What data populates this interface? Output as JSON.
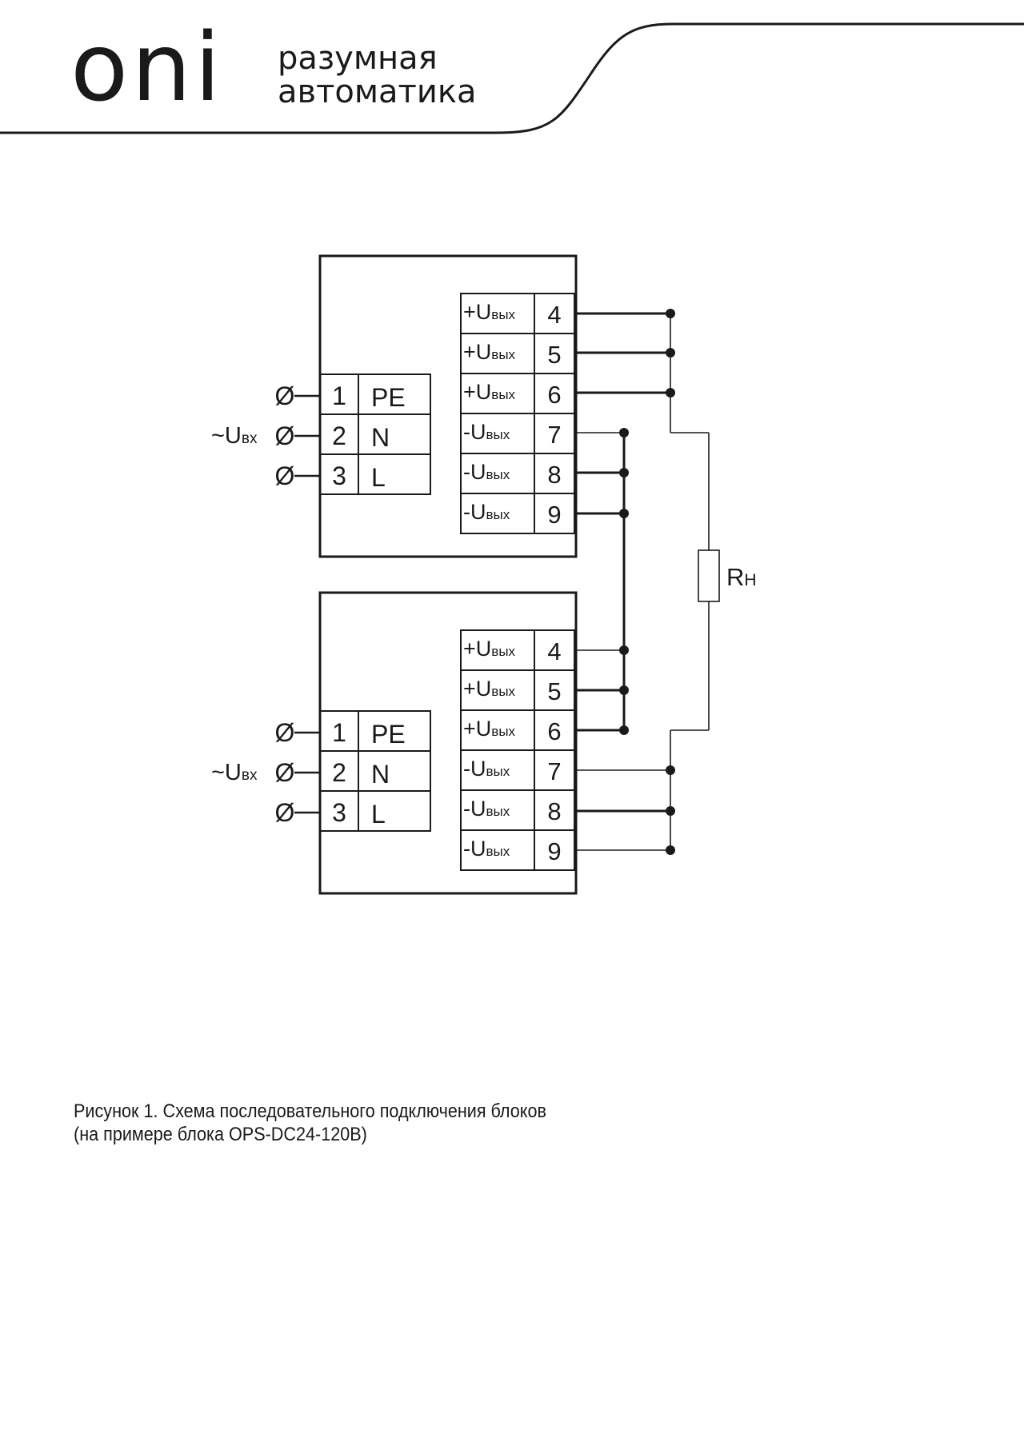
{
  "header": {
    "logo_text": "oni",
    "tagline_line1": "разумная",
    "tagline_line2": "автоматика"
  },
  "diagram": {
    "input_label_main": "~U",
    "input_label_sub": "вх",
    "input_symbol": "Ø",
    "input_terminals": [
      {
        "num": "1",
        "name": "PE"
      },
      {
        "num": "2",
        "name": "N"
      },
      {
        "num": "3",
        "name": "L"
      }
    ],
    "output_terminals": [
      {
        "sign": "+U",
        "sub": "вых",
        "num": "4"
      },
      {
        "sign": "+U",
        "sub": "вых",
        "num": "5"
      },
      {
        "sign": "+U",
        "sub": "вых",
        "num": "6"
      },
      {
        "sign": "-U",
        "sub": "вых",
        "num": "7"
      },
      {
        "sign": "-U",
        "sub": "вых",
        "num": "8"
      },
      {
        "sign": "-U",
        "sub": "вых",
        "num": "9"
      }
    ],
    "load_label_main": "R",
    "load_label_sub": "Н"
  },
  "caption": {
    "line1": "Рисунок 1. Схема последовательного подключения блоков",
    "line2": "(на примере блока OPS-DC24-120B)"
  }
}
